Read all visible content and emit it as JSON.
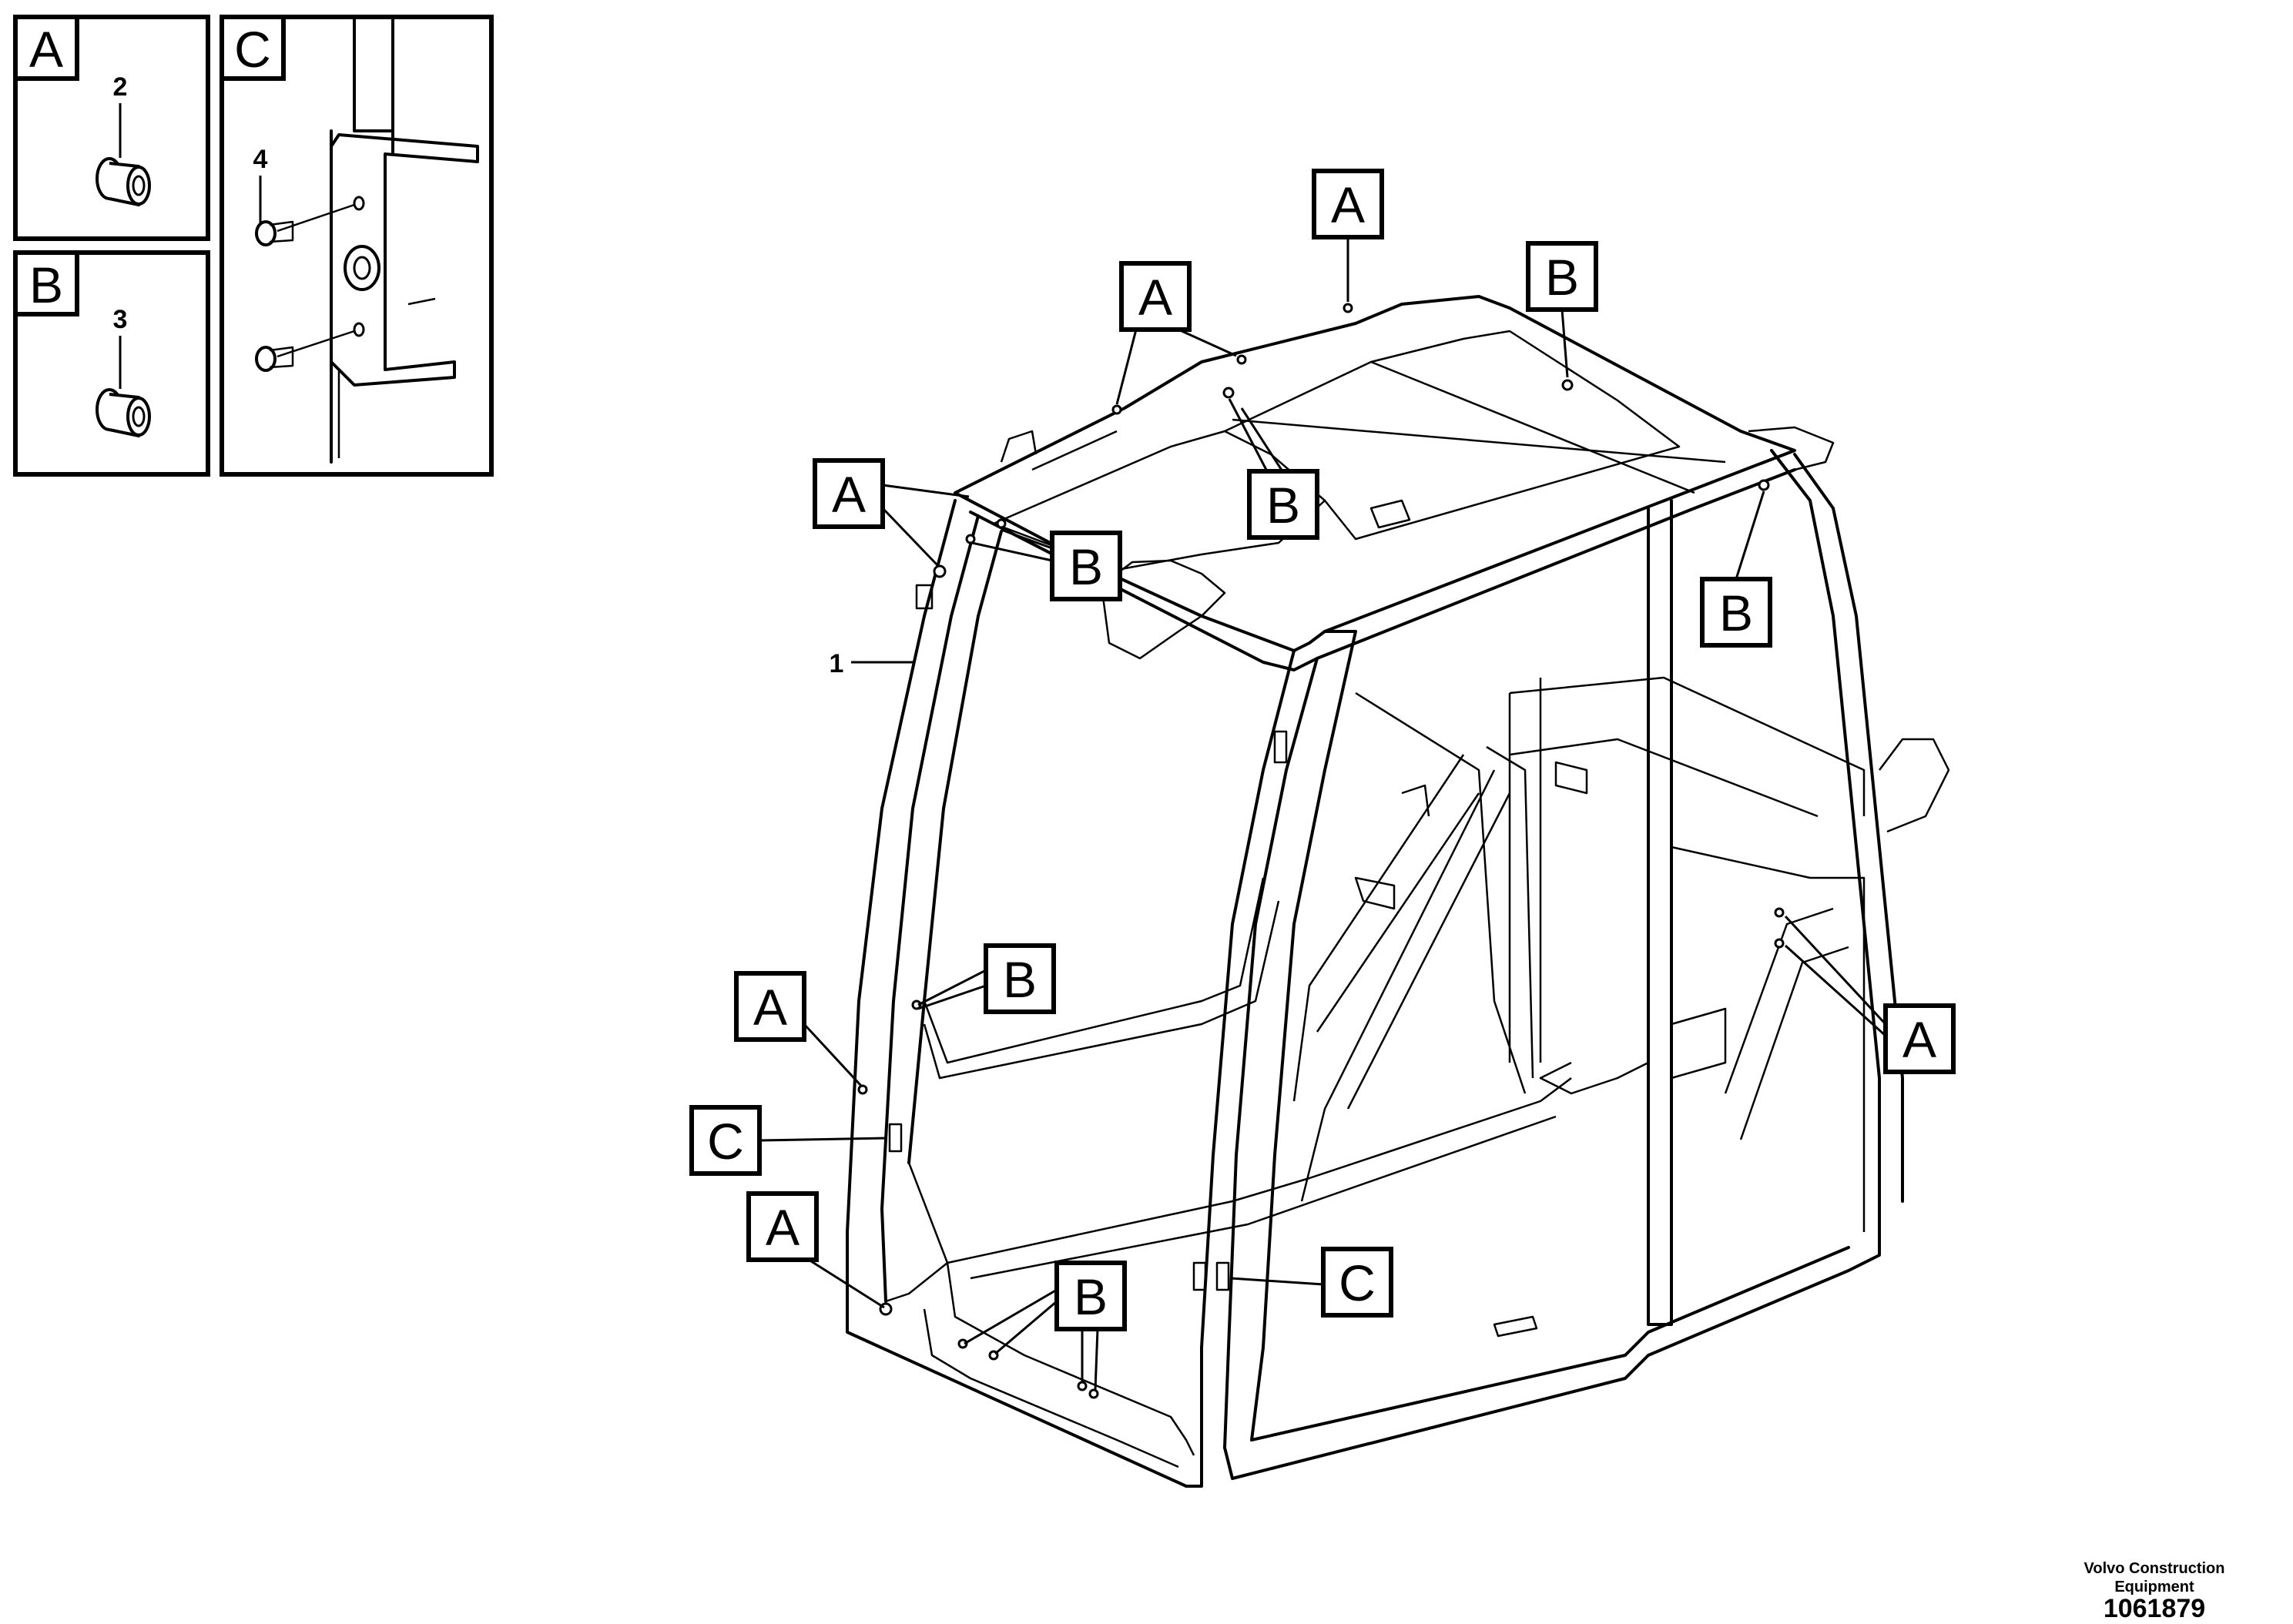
{
  "detail_panels": [
    {
      "label": "A",
      "item": "2"
    },
    {
      "label": "B",
      "item": "3"
    },
    {
      "label": "C",
      "item": "4"
    }
  ],
  "frame_item": "1",
  "callouts": [
    "A",
    "A",
    "A",
    "B",
    "B",
    "A",
    "B",
    "B",
    "B",
    "A",
    "A",
    "C",
    "A",
    "B",
    "C"
  ],
  "footer": {
    "company_line1": "Volvo Construction",
    "company_line2": "Equipment",
    "drawing_number": "1061879"
  }
}
